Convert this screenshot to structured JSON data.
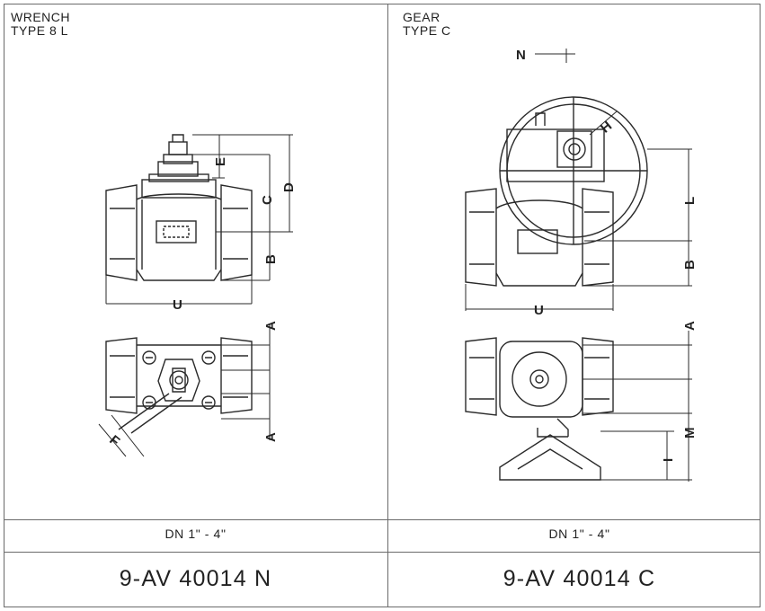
{
  "left_panel": {
    "title_line1": "WRENCH",
    "title_line2": "TYPE 8 L",
    "size_range": "DN 1\" - 4\"",
    "model_code": "9-AV 40014 N",
    "dimension_labels": {
      "e": "E",
      "c": "C",
      "d": "D",
      "b": "B",
      "u": "U",
      "a_top": "A",
      "a_bottom": "A",
      "f": "F"
    }
  },
  "right_panel": {
    "title_line1": "GEAR",
    "title_line2": "TYPE C",
    "size_range": "DN 1\" - 4\"",
    "model_code": "9-AV 40014 C",
    "dimension_labels": {
      "n": "N",
      "h": "H",
      "l": "L",
      "b": "B",
      "u": "U",
      "a": "A",
      "m": "M",
      "i": "I"
    }
  }
}
